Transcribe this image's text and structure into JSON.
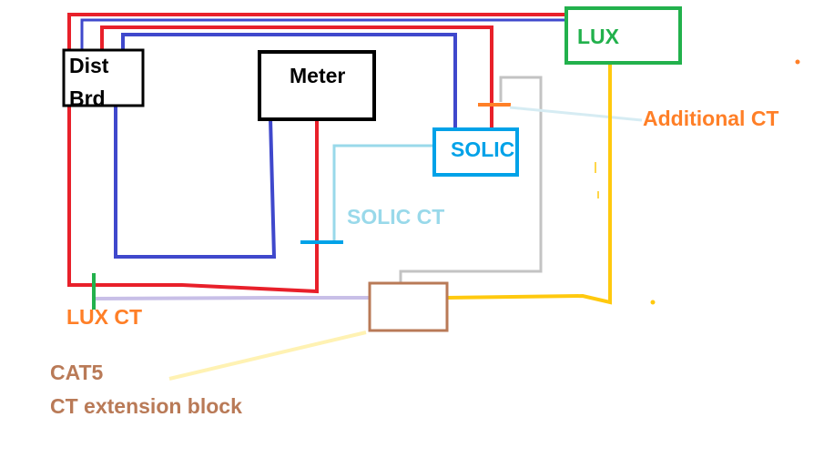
{
  "boxes": {
    "dist_board": "Dist Brd",
    "dist_board_line1": "Dist",
    "dist_board_line2": "Brd",
    "meter": "Meter",
    "solic": "SOLIC",
    "lux": "LUX"
  },
  "labels": {
    "additional_ct": "Additional CT",
    "solic_ct": "SOLIC CT",
    "lux_ct": "LUX CT",
    "cat5": "CAT5",
    "ct_extension_block": "CT extension block"
  },
  "colors": {
    "live_wire": "#e8202a",
    "neutral_wire": "#3f48cc",
    "lux_box": "#22b14c",
    "solic_box": "#00a2e8",
    "solic_ct_wire": "#99d9ea",
    "lux_ct_wire": "#c8bfe7",
    "additional_ct_wire": "#c3c3c3",
    "cat5_wire": "#ffc90e",
    "extension_block": "#b97a57",
    "ct_label": "#ff7f27"
  }
}
